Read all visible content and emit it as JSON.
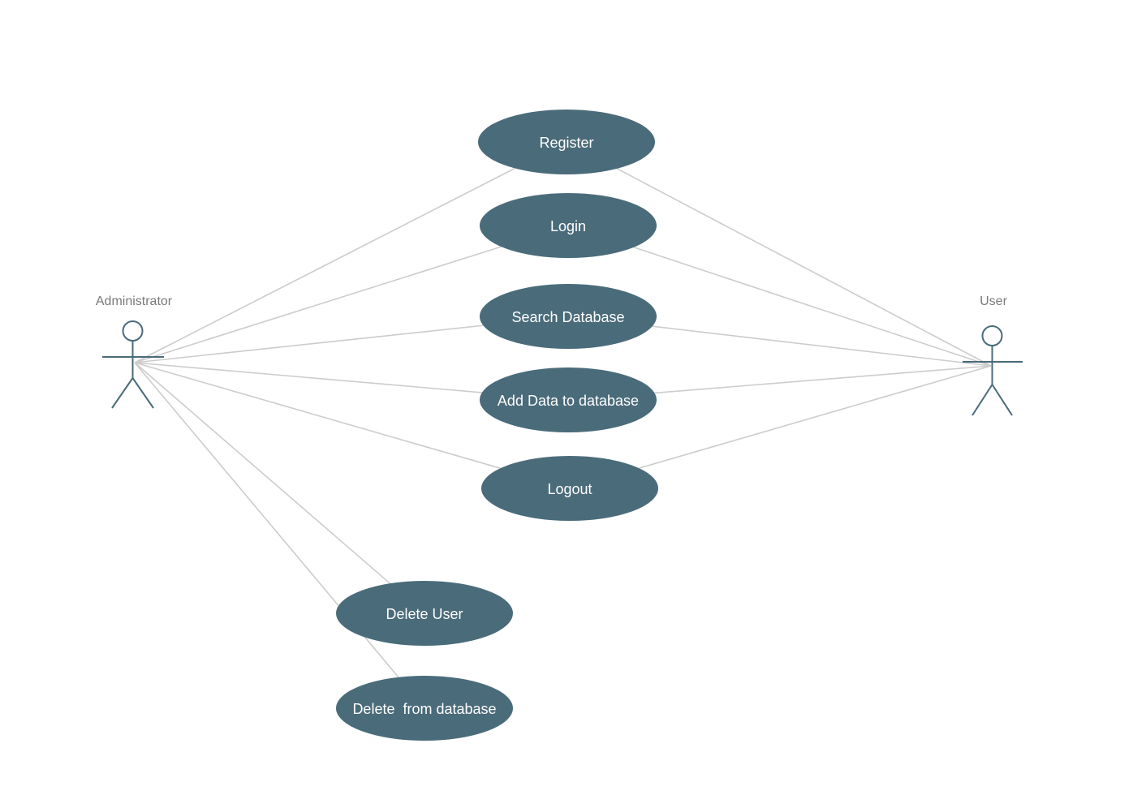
{
  "colors": {
    "usecase_fill": "#4a6b7a",
    "usecase_text": "#ffffff",
    "actor_stroke": "#4a6b7a",
    "actor_label": "#7a7a7a",
    "connector": "#cccccc",
    "background": "#ffffff"
  },
  "actors": [
    {
      "id": "administrator",
      "label": "Administrator"
    },
    {
      "id": "user",
      "label": "User"
    }
  ],
  "use_cases": [
    {
      "id": "register",
      "label": "Register"
    },
    {
      "id": "login",
      "label": "Login"
    },
    {
      "id": "search-database",
      "label": "Search Database"
    },
    {
      "id": "add-data",
      "label": "Add Data to database"
    },
    {
      "id": "logout",
      "label": "Logout"
    },
    {
      "id": "delete-user",
      "label": "Delete User"
    },
    {
      "id": "delete-from-database",
      "label": "Delete  from database"
    }
  ],
  "associations": [
    {
      "actor": "administrator",
      "use_case": "register"
    },
    {
      "actor": "administrator",
      "use_case": "login"
    },
    {
      "actor": "administrator",
      "use_case": "search-database"
    },
    {
      "actor": "administrator",
      "use_case": "add-data"
    },
    {
      "actor": "administrator",
      "use_case": "logout"
    },
    {
      "actor": "administrator",
      "use_case": "delete-user"
    },
    {
      "actor": "administrator",
      "use_case": "delete-from-database"
    },
    {
      "actor": "user",
      "use_case": "register"
    },
    {
      "actor": "user",
      "use_case": "login"
    },
    {
      "actor": "user",
      "use_case": "search-database"
    },
    {
      "actor": "user",
      "use_case": "add-data"
    },
    {
      "actor": "user",
      "use_case": "logout"
    }
  ]
}
